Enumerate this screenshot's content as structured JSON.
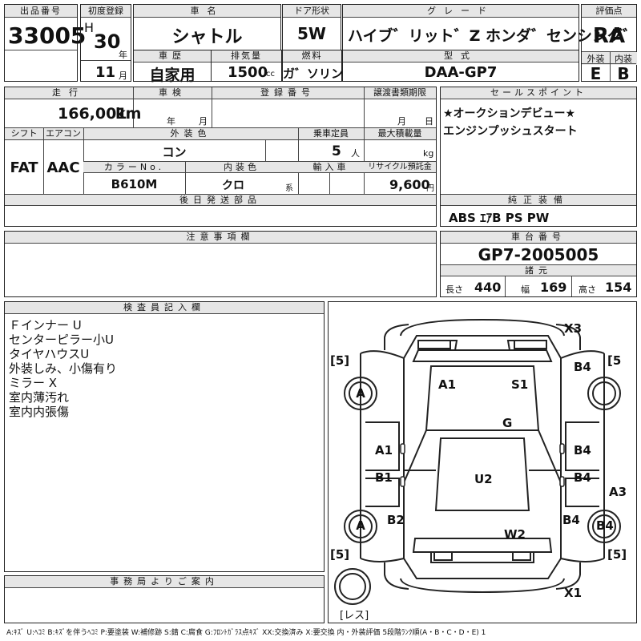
{
  "top": {
    "lot_number_label": "出品番号",
    "lot_number": "33005",
    "first_reg_label": "初度登録",
    "era": "H",
    "year_value": "30",
    "year_unit": "年",
    "month_value": "11",
    "month_unit": "月",
    "car_name_label": "車名",
    "car_name": "シャトル",
    "door_label": "ドア形状",
    "door": "5W",
    "grade_label": "グレード",
    "grade": "ハイブ゛リット゛Z ホンダ゛センシング゛",
    "score_label": "評価点",
    "score": "RA",
    "history_label": "車歴",
    "history": "自家用",
    "displacement_label": "排気量",
    "displacement": "1500",
    "displacement_unit": "cc",
    "fuel_label": "燃料",
    "fuel": "ガ゛ソリン",
    "model_label": "型式",
    "model": "DAA-GP7",
    "exterior_label": "外装",
    "exterior_grade": "E",
    "interior_label": "内装",
    "interior_grade": "B"
  },
  "mid": {
    "mileage_label": "走行",
    "mileage": "166,001",
    "mileage_unit": "km",
    "inspection_label": "車検",
    "inspection_year_unit": "年",
    "inspection_month_unit": "月",
    "reg_no_label": "登録番号",
    "transfer_label": "譲渡書類期限",
    "transfer_month_unit": "月",
    "transfer_day_unit": "日",
    "shift_label": "シフト",
    "shift": "FAT",
    "ac_label": "エアコン",
    "ac": "AAC",
    "ext_color_label": "外装色",
    "ext_color": "コン",
    "capacity_label": "乗車定員",
    "capacity": "5",
    "capacity_unit": "人",
    "max_load_label": "最大積載量",
    "max_load_unit": "kg",
    "color_no_label": "カラーNo.",
    "color_no": "B610M",
    "int_color_label": "内装色",
    "int_color": "クロ",
    "int_color_unit": "系",
    "import_label": "輸入車",
    "recycle_label": "リサイクル預託金",
    "recycle": "9,600",
    "recycle_unit": "円",
    "sales_label": "セールスポイント",
    "sales_points": [
      "★オークションデビュー★",
      "エンジンプッシュスタート"
    ],
    "later_parts_label": "後日発送部品",
    "genuine_label": "純正装備",
    "genuine": "ABS ｴｱB PS PW",
    "notes_label": "注意事項欄",
    "chassis_label": "車台番号",
    "chassis": "GP7-2005005",
    "specs_label": "諸元",
    "length_label": "長さ",
    "length": "440",
    "width_label": "幅",
    "width": "169",
    "height_label": "高さ",
    "height": "154"
  },
  "inspector": {
    "label": "検査員記入欄",
    "lines": [
      "Ｆインナー U",
      "センターピラー小U",
      "タイヤハウスU",
      "外装しみ、小傷有り",
      "ミラー X",
      "室内薄汚れ",
      "室内内張傷"
    ]
  },
  "office": {
    "label": "事務局よりご案内"
  },
  "diagram": {
    "marks": {
      "x3": "X3",
      "x1": "X1",
      "a3": "A3",
      "tire_fl": "A",
      "tire_fr": "B4",
      "tire_rl": "A",
      "tire_rr": "B4",
      "roof_a1": "A1",
      "roof_s1": "S1",
      "roof_g": "G",
      "left_a1": "A1",
      "left_b1": "B1",
      "left_b2": "B2",
      "right_b4_1": "B4",
      "right_b4_2": "B4",
      "center_u2": "U2",
      "rear_w2": "W2",
      "tread_fl": "5",
      "tread_fr": "5",
      "tread_rl": "5",
      "tread_rr": "5",
      "spare": "レス"
    }
  },
  "legend": "A:ｷｽﾞ U:ﾍｺﾐ B:ｷｽﾞを伴うﾍｺﾐ P:要塗装 W:補修跡 S:錆 C:腐食 G:ﾌﾛﾝﾄｶﾞﾗｽ点ｷｽﾞ XX:交換済み X:要交換 内・外装評価 5段階ﾗﾝｸ順(A・B・C・D・E) 1"
}
